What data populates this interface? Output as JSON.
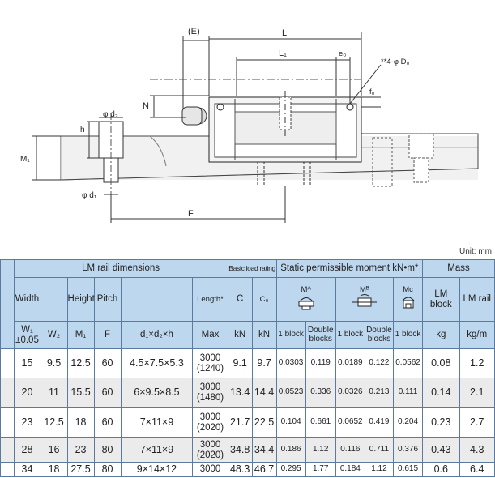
{
  "drawing": {
    "labels": {
      "E": "(E)",
      "L": "L",
      "L1": "L₁",
      "e0": "e₀",
      "D0": "**4-φ D₀",
      "f0": "f₀",
      "N": "N",
      "d2": "φ d₂",
      "h": "h",
      "M1": "M₁",
      "d1": "φ d₁",
      "F": "F"
    }
  },
  "unit": "Unit: mm",
  "table": {
    "group_rail": "LM rail dimensions",
    "group_rating": "Basic load rating",
    "group_moment": "Static permissible moment kN•m*",
    "group_mass": "Mass",
    "col_width": "Width",
    "col_height": "Height",
    "col_pitch": "Pitch",
    "col_length": "Length*",
    "col_C": "C",
    "col_C0": "C₀",
    "col_MA": "Mᴬ",
    "col_MB": "Mᴮ",
    "col_MC": "Mc",
    "col_lm_block": "LM block",
    "col_lm_rail": "LM rail",
    "sub_W1": "W₁",
    "sub_tol": "±0.05",
    "sub_W2": "W₂",
    "sub_M1": "M₁",
    "sub_F": "F",
    "sub_d": "d₁×d₂×h",
    "sub_max": "Max",
    "sub_kN1": "kN",
    "sub_kN2": "kN",
    "block1a": "1 block",
    "double_a": "Double blocks",
    "block1b": "1 block",
    "double_b": "Double blocks",
    "block1c": "1 block",
    "sub_kg": "kg",
    "sub_kgm": "kg/m",
    "rows": [
      {
        "w1": "15",
        "w2": "9.5",
        "m1": "12.5",
        "f": "60",
        "d": "4.5×7.5×5.3",
        "len": "3000",
        "len2": "(1240)",
        "c": "9.1",
        "c0": "9.7",
        "ma1": "0.0303",
        "ma2": "0.119",
        "mb1": "0.0189",
        "mb2": "0.122",
        "mc": "0.0562",
        "blk": "0.08",
        "rail": "1.2"
      },
      {
        "w1": "20",
        "w2": "11",
        "m1": "15.5",
        "f": "60",
        "d": "6×9.5×8.5",
        "len": "3000",
        "len2": "(1480)",
        "c": "13.4",
        "c0": "14.4",
        "ma1": "0.0523",
        "ma2": "0.336",
        "mb1": "0.0326",
        "mb2": "0.213",
        "mc": "0.111",
        "blk": "0.14",
        "rail": "2.1"
      },
      {
        "w1": "23",
        "w2": "12.5",
        "m1": "18",
        "f": "60",
        "d": "7×11×9",
        "len": "3000",
        "len2": "(2020)",
        "c": "21.7",
        "c0": "22.5",
        "ma1": "0.104",
        "ma2": "0.661",
        "mb1": "0.0652",
        "mb2": "0.419",
        "mc": "0.204",
        "blk": "0.23",
        "rail": "2.7"
      },
      {
        "w1": "28",
        "w2": "16",
        "m1": "23",
        "f": "80",
        "d": "7×11×9",
        "len": "3000",
        "len2": "(2020)",
        "c": "34.8",
        "c0": "34.4",
        "ma1": "0.186",
        "ma2": "1.12",
        "mb1": "0.116",
        "mb2": "0.711",
        "mc": "0.376",
        "blk": "0.43",
        "rail": "4.3"
      },
      {
        "w1": "34",
        "w2": "18",
        "m1": "27.5",
        "f": "80",
        "d": "9×14×12",
        "len": "3000",
        "len2": "",
        "c": "48.3",
        "c0": "46.7",
        "ma1": "0.295",
        "ma2": "1.77",
        "mb1": "0.184",
        "mb2": "1.12",
        "mc": "0.615",
        "blk": "0.6",
        "rail": "6.4"
      }
    ]
  }
}
